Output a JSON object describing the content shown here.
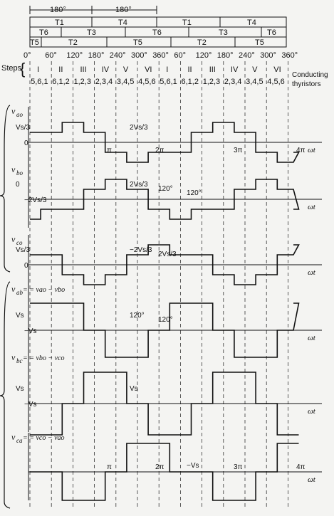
{
  "header": {
    "span_180_a": "180°",
    "span_180_b": "180°",
    "thyristor_rows": [
      [
        "T1",
        "T4",
        "T1",
        "T4"
      ],
      [
        "T6",
        "T3",
        "T6",
        "T3",
        "T6"
      ],
      [
        "T5",
        "T2",
        "T5",
        "T2",
        "T5"
      ]
    ],
    "angles": [
      "0°",
      "60°",
      "120°",
      "180°",
      "240°",
      "300°",
      "360°",
      "60°",
      "120°",
      "180°",
      "240°",
      "300°",
      "360°"
    ],
    "steps_label": "Steps",
    "step_numerals": [
      "I",
      "II",
      "III",
      "IV",
      "V",
      "VI",
      "I",
      "II",
      "III",
      "IV",
      "V",
      "VI"
    ],
    "step_thyristors": [
      "5,6,1",
      "6,1,2",
      "1,2,3",
      "2,3,4",
      "3,4,5",
      "4,5,6",
      "5,6,1",
      "6,1,2",
      "1,2,3",
      "2,3,4",
      "3,4,5",
      "4,5,6"
    ],
    "conducting_label_1": "Conducting",
    "conducting_label_2": "thyristors"
  },
  "waveforms": [
    {
      "id": "vao",
      "label_main": "v",
      "label_sub": "ao",
      "levels": [
        1,
        1,
        2,
        1,
        -1,
        -2,
        -1,
        -1,
        1,
        2,
        1,
        -1,
        -2,
        -1,
        -1
      ],
      "annotations": {
        "vs3": "Vs/3",
        "zero": "0",
        "amp": "2Vs/3",
        "pi": "π",
        "two_pi": "2π",
        "three_pi": "3π",
        "four_pi": "4π",
        "wt": "ωt"
      }
    },
    {
      "id": "vbo",
      "label_main": "v",
      "label_sub": "bo",
      "levels": [
        -2,
        -1,
        -1,
        1,
        2,
        1,
        -1,
        -2,
        -1,
        -1,
        1,
        2,
        1,
        -1,
        -2
      ],
      "annotations": {
        "zero": "0",
        "minus": "−2Vs/3",
        "amp": "2Vs/3",
        "deg120a": "120°",
        "deg120b": "120°",
        "wt": "ωt"
      }
    },
    {
      "id": "vco",
      "label_main": "v",
      "label_sub": "co",
      "levels": [
        1,
        1,
        -1,
        -2,
        -1,
        1,
        2,
        1,
        1,
        -1,
        -2,
        -1,
        1,
        2,
        1
      ],
      "annotations": {
        "vs3": "Vs/3",
        "zero": "0",
        "amp": "−2Vs/3",
        "amp2": "2Vs/3",
        "wt": "ωt"
      }
    },
    {
      "id": "vab",
      "label_main": "v",
      "label_sub": "ab",
      "eq": "vab = vao − vbo",
      "levels": [
        1,
        1,
        1,
        0,
        -1,
        -1,
        0,
        1,
        1,
        0,
        -1,
        -1,
        0,
        1,
        1
      ],
      "annotations": {
        "vs": "Vs",
        "minus_vs": "−Vs",
        "deg120a": "120°",
        "deg120b": "120°",
        "wt": "ωt"
      }
    },
    {
      "id": "vbc",
      "label_main": "v",
      "label_sub": "bc",
      "eq": "vbc = vbo − vco",
      "levels": [
        -1,
        -1,
        0,
        1,
        1,
        0,
        -1,
        -1,
        0,
        1,
        1,
        0,
        -1,
        -1,
        -1
      ],
      "annotations": {
        "vs": "Vs",
        "minus_vs": "−Vs",
        "vs2": "Vs",
        "wt": "ωt"
      }
    },
    {
      "id": "vca",
      "label_main": "v",
      "label_sub": "ca",
      "eq": "vca = vco − vao",
      "levels": [
        0,
        0,
        -1,
        -1,
        0,
        1,
        1,
        0,
        0,
        -1,
        -1,
        0,
        1,
        1,
        0
      ],
      "annotations": {
        "pi": "π",
        "two_pi": "2π",
        "three_pi": "3π",
        "four_pi": "4π",
        "minus_vs": "−Vs",
        "wt": "ωt"
      }
    }
  ]
}
